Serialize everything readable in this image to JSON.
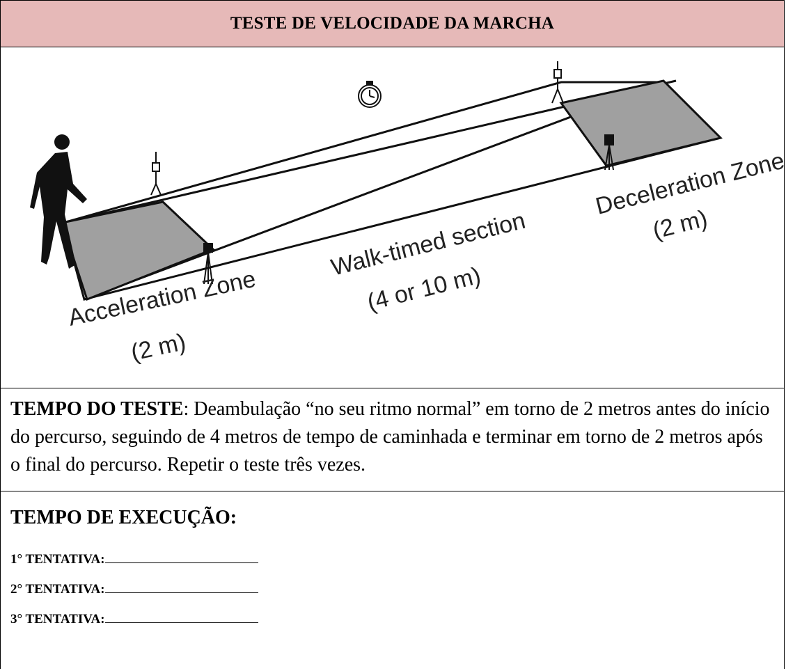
{
  "header": {
    "title": "TESTE DE VELOCIDADE DA MARCHA"
  },
  "figure": {
    "acceleration_label": "Acceleration Zone",
    "acceleration_distance": "(2 m)",
    "walk_label": "Walk-timed section",
    "walk_distance": "(4 or 10 m)",
    "deceleration_label": "Deceleration Zone",
    "deceleration_distance": "(2 m)",
    "zone_fill": "#a0a0a0"
  },
  "description": {
    "bold_lead": "TEMPO DO TESTE",
    "text": ": Deambulação “no seu ritmo normal” em torno de 2 metros antes do início do percurso, seguindo de 4 metros de tempo de caminhada e terminar em torno de 2 metros após o final do percurso. Repetir o teste três vezes."
  },
  "execution": {
    "title": "TEMPO DE EXECUÇÃO:",
    "attempts": [
      "1° TENTATIVA:",
      "2° TENTATIVA:",
      "3° TENTATIVA:"
    ]
  },
  "colors": {
    "header_bg": "#e6b9b8"
  }
}
